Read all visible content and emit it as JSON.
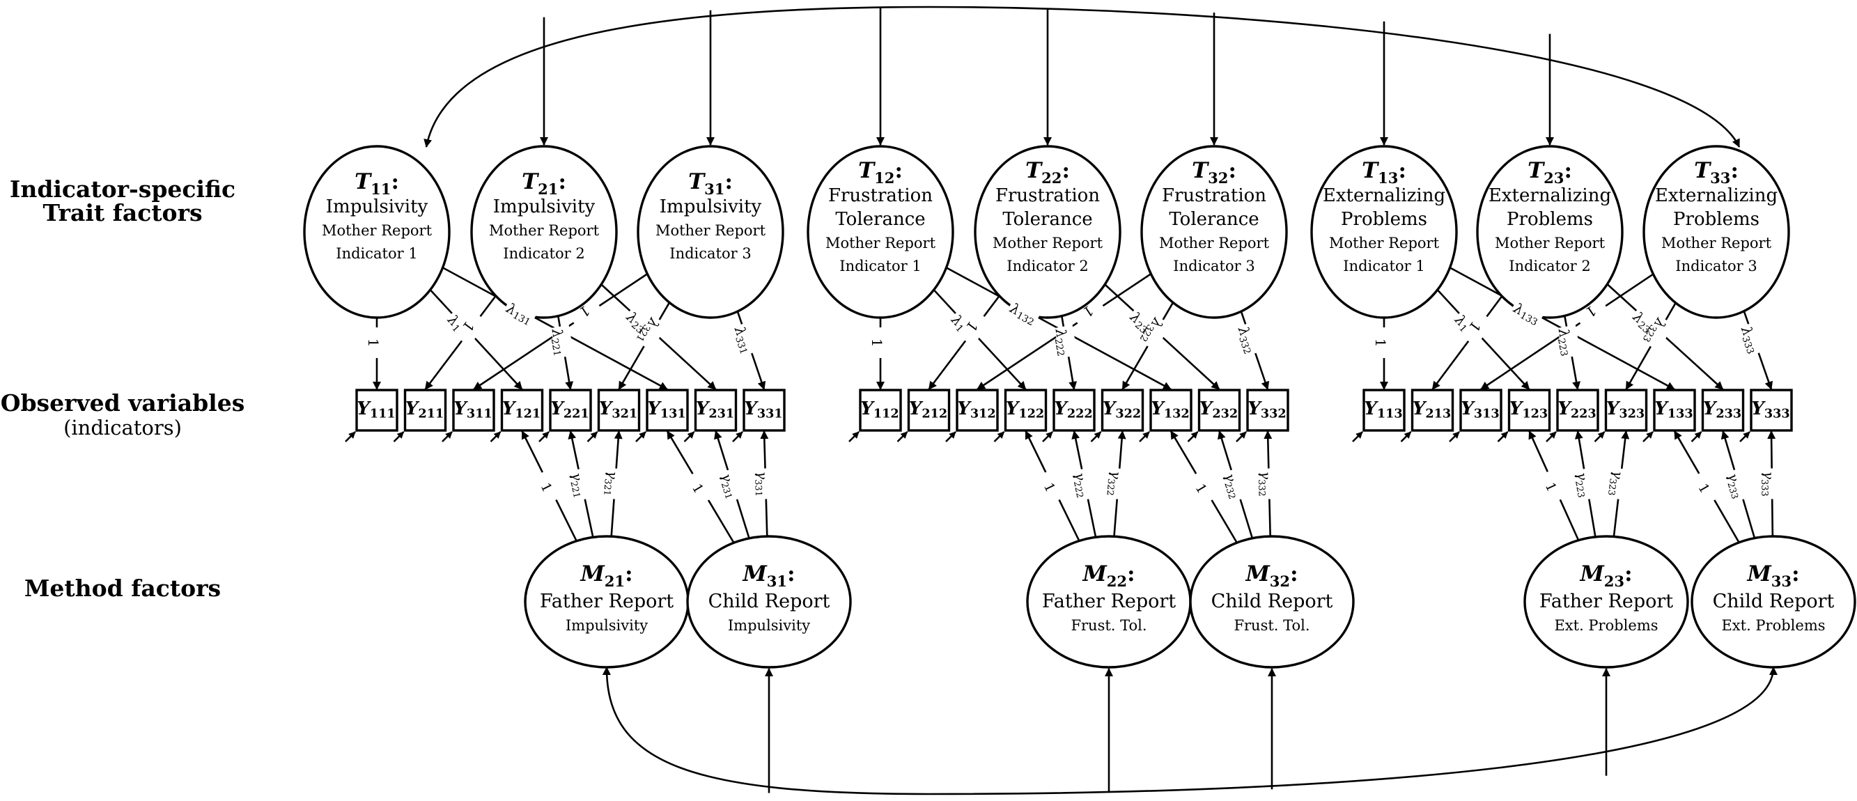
{
  "row_labels": {
    "trait": [
      "Indicator-specific",
      "Trait factors"
    ],
    "observed": [
      "Observed variables",
      "(indicators)"
    ],
    "method": [
      "Method factors"
    ]
  },
  "trait_factors": [
    {
      "sym": "T",
      "sub": "11",
      "lines": [
        "Impulsivity"
      ],
      "details": [
        "Mother Report",
        "Indicator 1"
      ]
    },
    {
      "sym": "T",
      "sub": "21",
      "lines": [
        "Impulsivity"
      ],
      "details": [
        "Mother Report",
        "Indicator 2"
      ]
    },
    {
      "sym": "T",
      "sub": "31",
      "lines": [
        "Impulsivity"
      ],
      "details": [
        "Mother Report",
        "Indicator 3"
      ]
    },
    {
      "sym": "T",
      "sub": "12",
      "lines": [
        "Frustration",
        "Tolerance"
      ],
      "details": [
        "Mother Report",
        "Indicator 1"
      ]
    },
    {
      "sym": "T",
      "sub": "22",
      "lines": [
        "Frustration",
        "Tolerance"
      ],
      "details": [
        "Mother Report",
        "Indicator 2"
      ]
    },
    {
      "sym": "T",
      "sub": "32",
      "lines": [
        "Frustration",
        "Tolerance"
      ],
      "details": [
        "Mother Report",
        "Indicator 3"
      ]
    },
    {
      "sym": "T",
      "sub": "13",
      "lines": [
        "Externalizing",
        "Problems"
      ],
      "details": [
        "Mother Report",
        "Indicator 1"
      ]
    },
    {
      "sym": "T",
      "sub": "23",
      "lines": [
        "Externalizing",
        "Problems"
      ],
      "details": [
        "Mother Report",
        "Indicator 2"
      ]
    },
    {
      "sym": "T",
      "sub": "33",
      "lines": [
        "Externalizing",
        "Problems"
      ],
      "details": [
        "Mother Report",
        "Indicator 3"
      ]
    }
  ],
  "observed": [
    "111",
    "211",
    "311",
    "121",
    "221",
    "321",
    "131",
    "231",
    "331",
    "112",
    "212",
    "312",
    "122",
    "222",
    "322",
    "132",
    "232",
    "332",
    "113",
    "213",
    "313",
    "123",
    "223",
    "323",
    "133",
    "233",
    "333"
  ],
  "observed_symbol": "Y",
  "method_factors": [
    {
      "sym": "M",
      "sub": "21",
      "lines": [
        "Father Report"
      ],
      "details": [
        "Impulsivity"
      ]
    },
    {
      "sym": "M",
      "sub": "31",
      "lines": [
        "Child Report"
      ],
      "details": [
        "Impulsivity"
      ]
    },
    {
      "sym": "M",
      "sub": "22",
      "lines": [
        "Father Report"
      ],
      "details": [
        "Frust. Tol."
      ]
    },
    {
      "sym": "M",
      "sub": "32",
      "lines": [
        "Child Report"
      ],
      "details": [
        "Frust. Tol."
      ]
    },
    {
      "sym": "M",
      "sub": "23",
      "lines": [
        "Father Report"
      ],
      "details": [
        "Ext. Problems"
      ]
    },
    {
      "sym": "M",
      "sub": "33",
      "lines": [
        "Child Report"
      ],
      "details": [
        "Ext. Problems"
      ]
    }
  ],
  "trait_loadings": [
    {
      "from": 0,
      "to": 0,
      "sym": "1",
      "sub": ""
    },
    {
      "from": 0,
      "to": 3,
      "sym": "λ",
      "sub": "121"
    },
    {
      "from": 0,
      "to": 6,
      "sym": "λ",
      "sub": "131"
    },
    {
      "from": 1,
      "to": 1,
      "sym": "1",
      "sub": ""
    },
    {
      "from": 1,
      "to": 4,
      "sym": "λ",
      "sub": "221"
    },
    {
      "from": 1,
      "to": 7,
      "sym": "λ",
      "sub": "231"
    },
    {
      "from": 2,
      "to": 2,
      "sym": "1",
      "sub": ""
    },
    {
      "from": 2,
      "to": 5,
      "sym": "λ",
      "sub": "321"
    },
    {
      "from": 2,
      "to": 8,
      "sym": "λ",
      "sub": "331"
    },
    {
      "from": 3,
      "to": 9,
      "sym": "1",
      "sub": ""
    },
    {
      "from": 3,
      "to": 12,
      "sym": "λ",
      "sub": "122"
    },
    {
      "from": 3,
      "to": 15,
      "sym": "λ",
      "sub": "132"
    },
    {
      "from": 4,
      "to": 10,
      "sym": "1",
      "sub": ""
    },
    {
      "from": 4,
      "to": 13,
      "sym": "λ",
      "sub": "222"
    },
    {
      "from": 4,
      "to": 16,
      "sym": "λ",
      "sub": "232"
    },
    {
      "from": 5,
      "to": 11,
      "sym": "1",
      "sub": ""
    },
    {
      "from": 5,
      "to": 14,
      "sym": "λ",
      "sub": "322"
    },
    {
      "from": 5,
      "to": 17,
      "sym": "λ",
      "sub": "332"
    },
    {
      "from": 6,
      "to": 18,
      "sym": "1",
      "sub": ""
    },
    {
      "from": 6,
      "to": 21,
      "sym": "λ",
      "sub": "123"
    },
    {
      "from": 6,
      "to": 24,
      "sym": "λ",
      "sub": "133"
    },
    {
      "from": 7,
      "to": 19,
      "sym": "1",
      "sub": ""
    },
    {
      "from": 7,
      "to": 22,
      "sym": "λ",
      "sub": "223"
    },
    {
      "from": 7,
      "to": 25,
      "sym": "λ",
      "sub": "233"
    },
    {
      "from": 8,
      "to": 20,
      "sym": "1",
      "sub": ""
    },
    {
      "from": 8,
      "to": 23,
      "sym": "λ",
      "sub": "323"
    },
    {
      "from": 8,
      "to": 26,
      "sym": "λ",
      "sub": "333"
    }
  ],
  "method_loadings": [
    {
      "from": 0,
      "to": 3,
      "sym": "1",
      "sub": ""
    },
    {
      "from": 0,
      "to": 4,
      "sym": "γ",
      "sub": "221"
    },
    {
      "from": 0,
      "to": 5,
      "sym": "γ",
      "sub": "321"
    },
    {
      "from": 1,
      "to": 6,
      "sym": "1",
      "sub": ""
    },
    {
      "from": 1,
      "to": 7,
      "sym": "γ",
      "sub": "231"
    },
    {
      "from": 1,
      "to": 8,
      "sym": "γ",
      "sub": "331"
    },
    {
      "from": 2,
      "to": 12,
      "sym": "1",
      "sub": ""
    },
    {
      "from": 2,
      "to": 13,
      "sym": "γ",
      "sub": "222"
    },
    {
      "from": 2,
      "to": 14,
      "sym": "γ",
      "sub": "322"
    },
    {
      "from": 3,
      "to": 15,
      "sym": "1",
      "sub": ""
    },
    {
      "from": 3,
      "to": 16,
      "sym": "γ",
      "sub": "232"
    },
    {
      "from": 3,
      "to": 17,
      "sym": "γ",
      "sub": "332"
    },
    {
      "from": 4,
      "to": 21,
      "sym": "1",
      "sub": ""
    },
    {
      "from": 4,
      "to": 22,
      "sym": "γ",
      "sub": "223"
    },
    {
      "from": 4,
      "to": 23,
      "sym": "γ",
      "sub": "323"
    },
    {
      "from": 5,
      "to": 24,
      "sym": "1",
      "sub": ""
    },
    {
      "from": 5,
      "to": 25,
      "sym": "γ",
      "sub": "233"
    },
    {
      "from": 5,
      "to": 26,
      "sym": "γ",
      "sub": "333"
    }
  ]
}
